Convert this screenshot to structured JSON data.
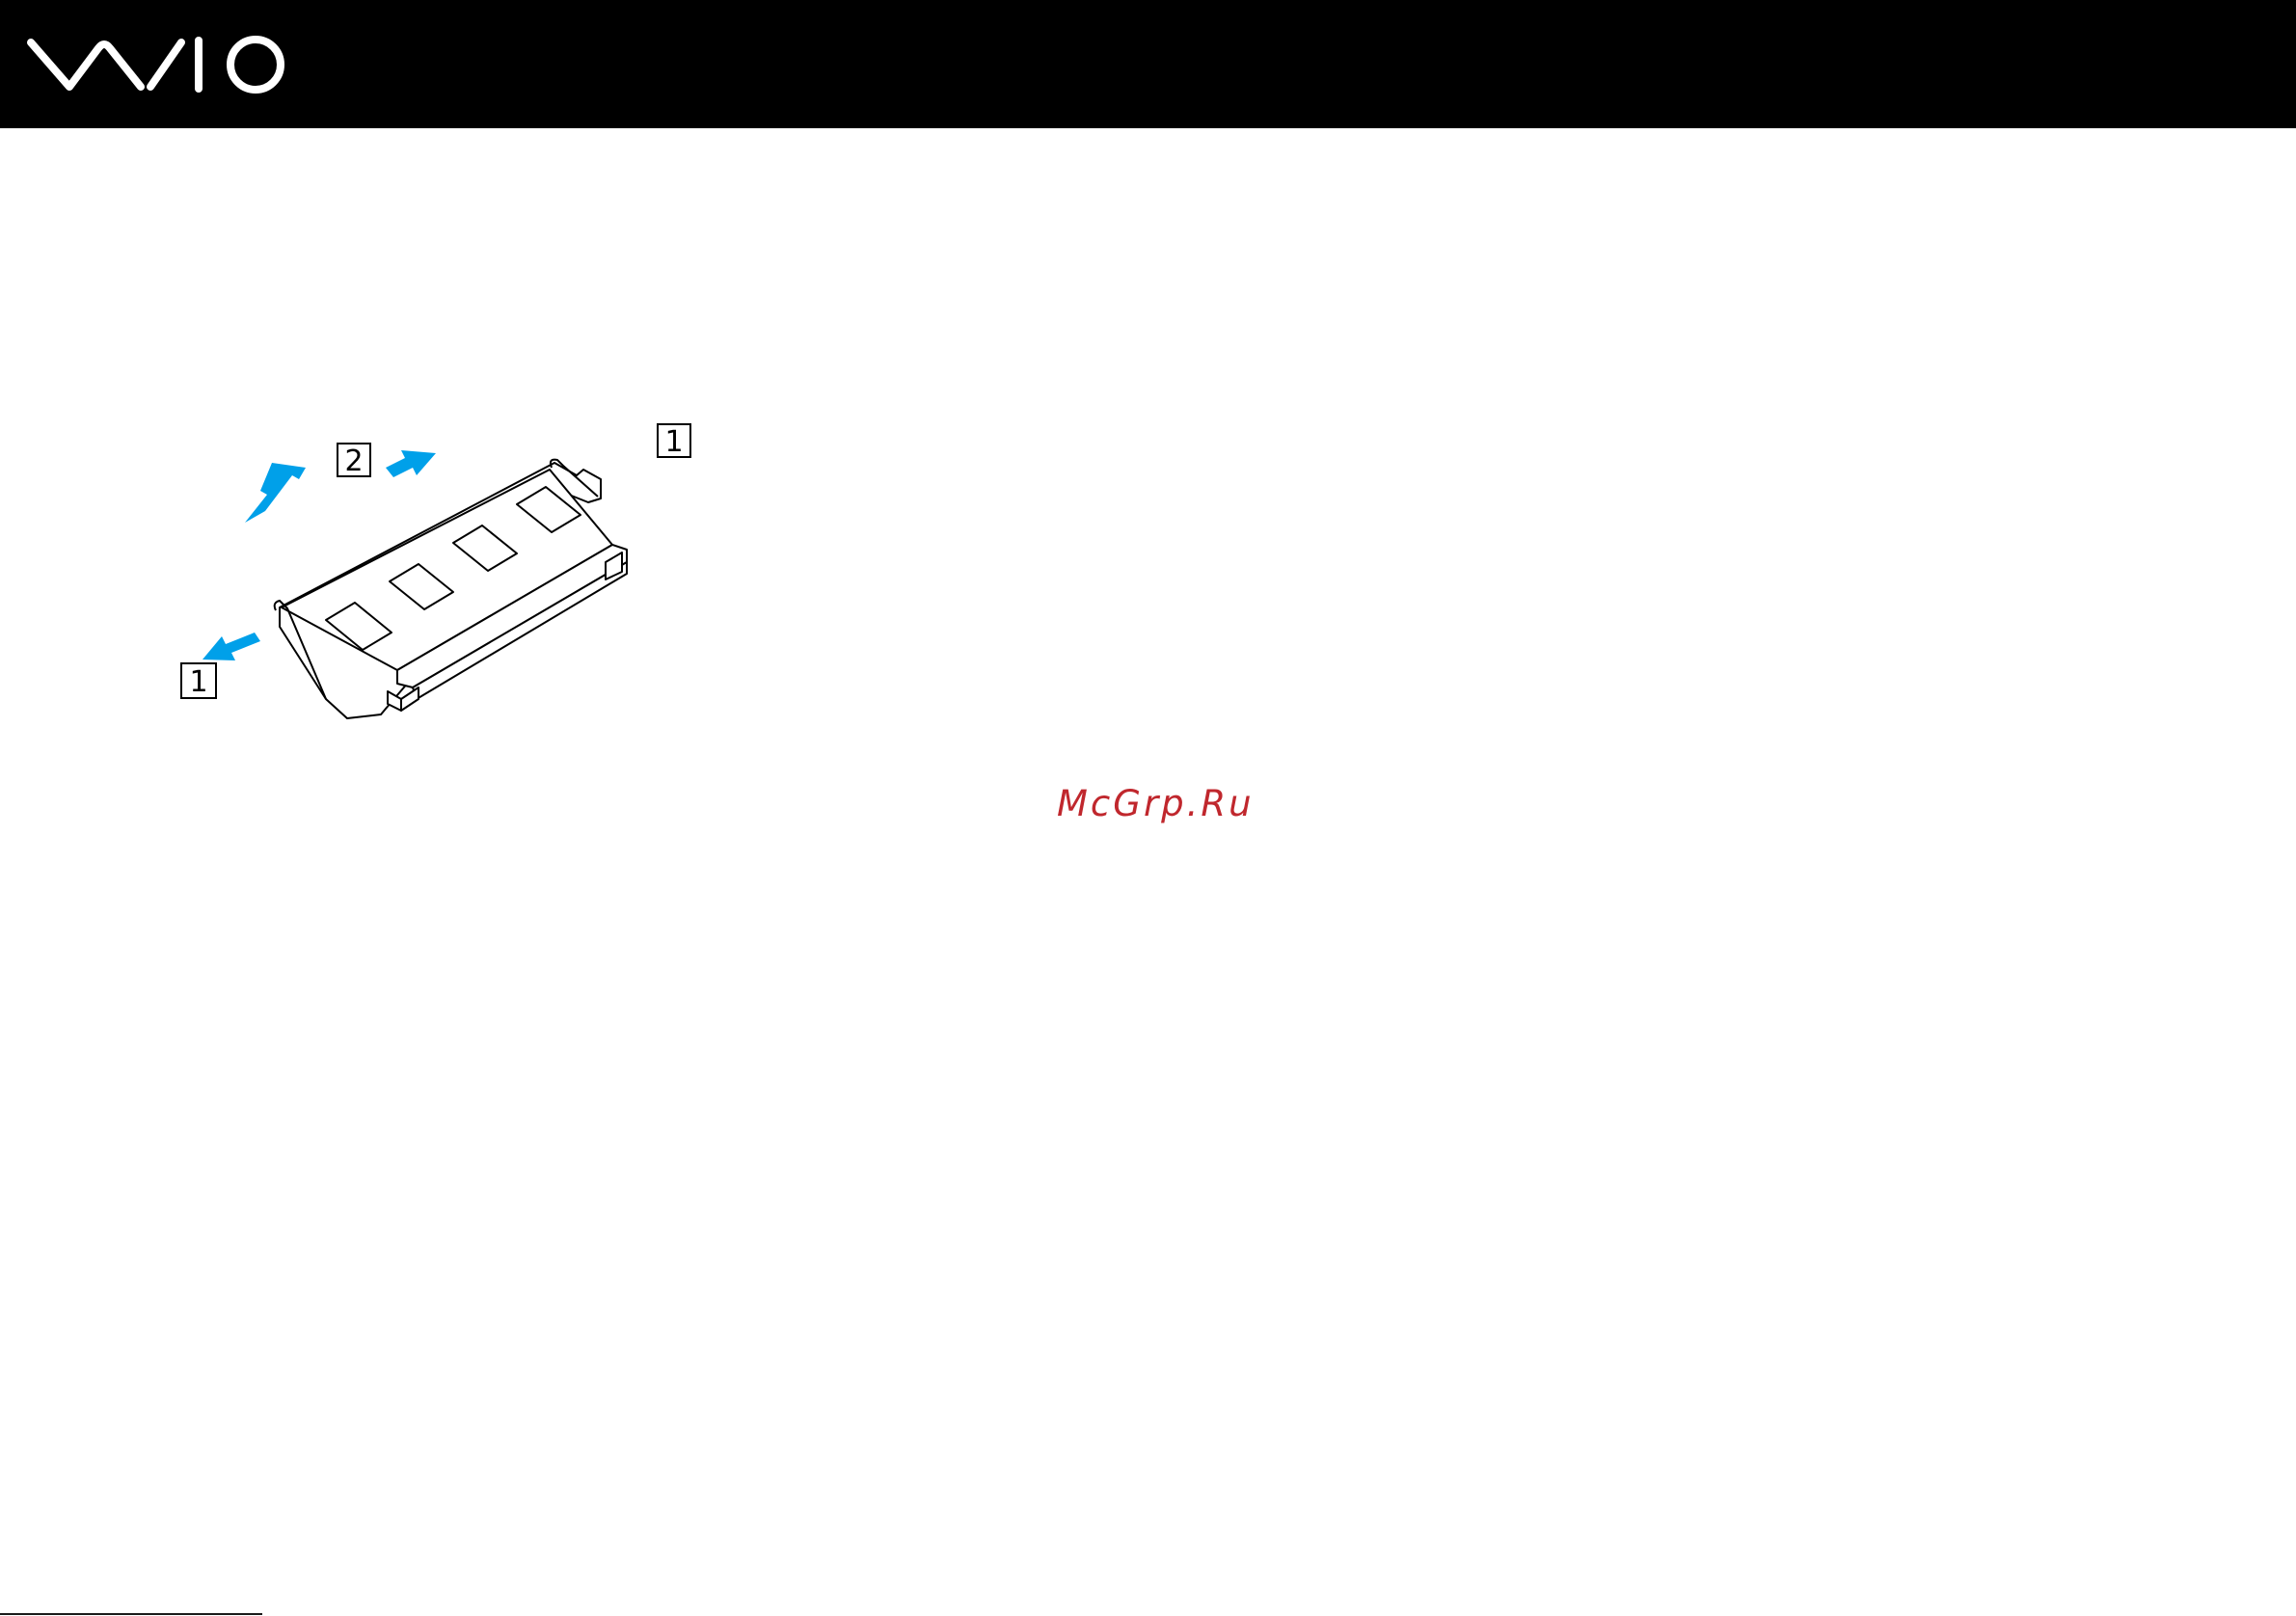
{
  "header": {
    "logo_icon": "vaio-logo",
    "background": "#000000",
    "logo_color": "#ffffff"
  },
  "figure": {
    "callouts": [
      {
        "id": "callout-1-right",
        "label": "1"
      },
      {
        "id": "callout-2",
        "label": "2"
      },
      {
        "id": "callout-1-left",
        "label": "1"
      }
    ],
    "arrow_color": "#00a0e9",
    "icon": "memory-module-removal-illustration"
  },
  "watermark": {
    "text": "McGrp.Ru",
    "color": "#c0272d"
  }
}
